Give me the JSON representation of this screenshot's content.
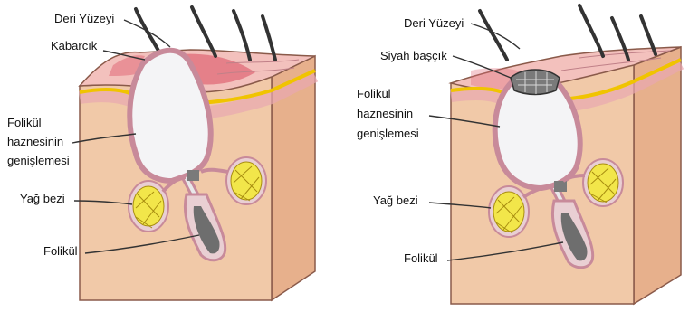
{
  "left_panel": {
    "labels": {
      "skin_surface": "Deri Yüzeyi",
      "bump": "Kabarcık",
      "follicle_dilation_1": "Folikül",
      "follicle_dilation_2": "haznesinin",
      "follicle_dilation_3": "genişlemesi",
      "sebaceous_gland": "Yağ bezi",
      "follicle": "Folikül"
    }
  },
  "right_panel": {
    "labels": {
      "skin_surface": "Deri Yüzeyi",
      "blackhead": "Siyah başçık",
      "follicle_dilation_1": "Folikül",
      "follicle_dilation_2": "haznesinin",
      "follicle_dilation_3": "genişlemesi",
      "sebaceous_gland": "Yağ bezi",
      "follicle": "Folikül"
    }
  },
  "colors": {
    "skin_block": "#f1c9a8",
    "skin_side": "#e7b08c",
    "skin_top": "#f3c1bd",
    "dermis_line": "#f0c400",
    "pore_white": "#f4f4f6",
    "gland": "#f2e64a",
    "inflammation": "#e06a78",
    "blackhead": "#7a7a7a"
  }
}
